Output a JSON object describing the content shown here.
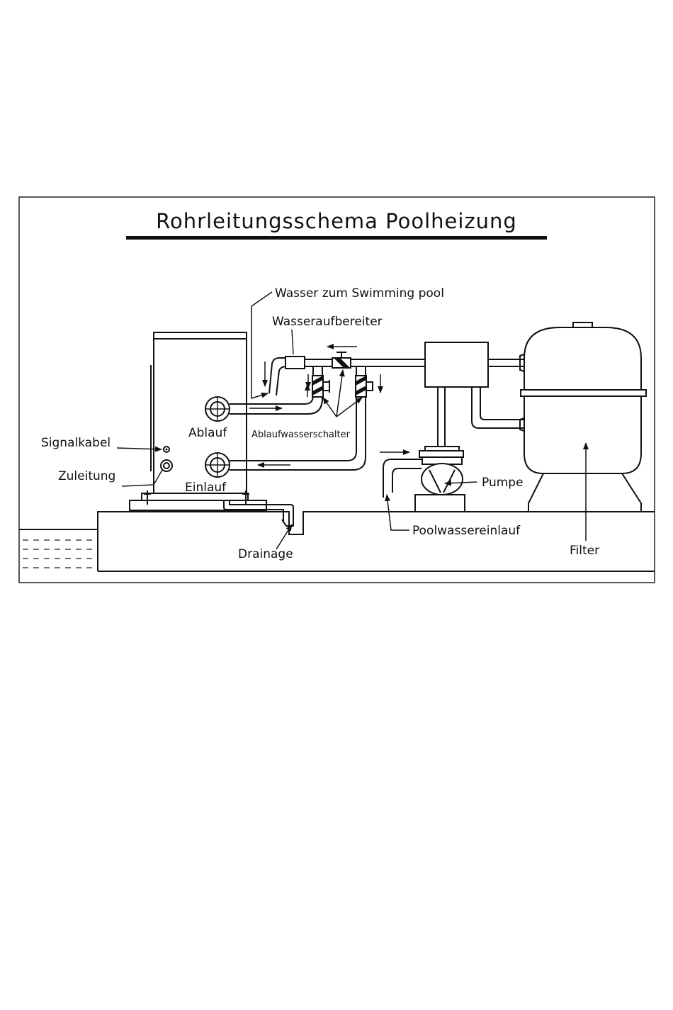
{
  "title": "Rohrleitungsschema Poolheizung",
  "labels": {
    "water_to_pool": "Wasser zum Swimming pool",
    "water_treatment": "Wasseraufbereiter",
    "outlet": "Ablauf",
    "drain_switches": "Ablaufwasserschalter",
    "signal_cable": "Signalkabel",
    "power_supply": "Zuleitung",
    "inlet": "Einlauf",
    "drainage": "Drainage",
    "pool_water_inlet": "Poolwassereinlauf",
    "pump": "Pumpe",
    "filter": "Filter"
  }
}
